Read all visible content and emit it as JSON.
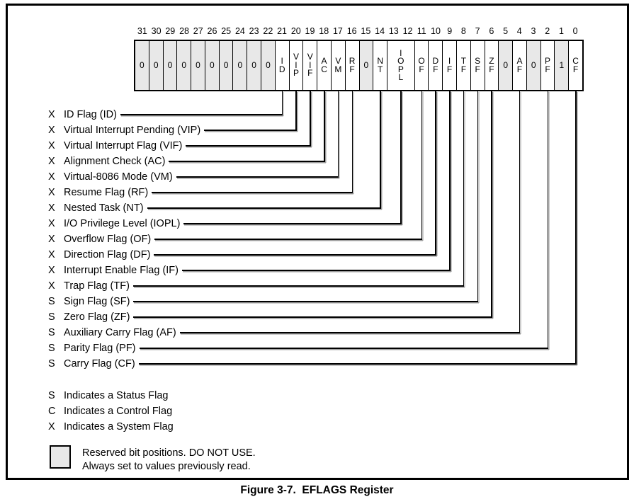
{
  "figure": {
    "caption": "Figure 3-7.  EFLAGS Register"
  },
  "colors": {
    "reserved_fill": "#e8e8e8",
    "line": "#000000",
    "line_shadow": "#9a9a9a"
  },
  "register": {
    "cells": [
      {
        "id": "r31",
        "bits": [
          "31"
        ],
        "display": [
          "0"
        ],
        "reserved": true
      },
      {
        "id": "r30",
        "bits": [
          "30"
        ],
        "display": [
          "0"
        ],
        "reserved": true
      },
      {
        "id": "r29",
        "bits": [
          "29"
        ],
        "display": [
          "0"
        ],
        "reserved": true
      },
      {
        "id": "r28",
        "bits": [
          "28"
        ],
        "display": [
          "0"
        ],
        "reserved": true
      },
      {
        "id": "r27",
        "bits": [
          "27"
        ],
        "display": [
          "0"
        ],
        "reserved": true
      },
      {
        "id": "r26",
        "bits": [
          "26"
        ],
        "display": [
          "0"
        ],
        "reserved": true
      },
      {
        "id": "r25",
        "bits": [
          "25"
        ],
        "display": [
          "0"
        ],
        "reserved": true
      },
      {
        "id": "r24",
        "bits": [
          "24"
        ],
        "display": [
          "0"
        ],
        "reserved": true
      },
      {
        "id": "r23",
        "bits": [
          "23"
        ],
        "display": [
          "0"
        ],
        "reserved": true
      },
      {
        "id": "r22",
        "bits": [
          "22"
        ],
        "display": [
          "0"
        ],
        "reserved": true
      },
      {
        "id": "ID",
        "bits": [
          "21"
        ],
        "display": [
          "I",
          "D"
        ]
      },
      {
        "id": "VIP",
        "bits": [
          "20"
        ],
        "display": [
          "V",
          "I",
          "P"
        ]
      },
      {
        "id": "VIF",
        "bits": [
          "19"
        ],
        "display": [
          "V",
          "I",
          "F"
        ]
      },
      {
        "id": "AC",
        "bits": [
          "18"
        ],
        "display": [
          "A",
          "C"
        ]
      },
      {
        "id": "VM",
        "bits": [
          "17"
        ],
        "display": [
          "V",
          "M"
        ]
      },
      {
        "id": "RF",
        "bits": [
          "16"
        ],
        "display": [
          "R",
          "F"
        ]
      },
      {
        "id": "r15",
        "bits": [
          "15"
        ],
        "display": [
          "0"
        ],
        "reserved": true
      },
      {
        "id": "NT",
        "bits": [
          "14"
        ],
        "display": [
          "N",
          "T"
        ]
      },
      {
        "id": "IOPL",
        "bits": [
          "13",
          "12"
        ],
        "display": [
          "I",
          "O",
          "P",
          "L"
        ],
        "span": 2
      },
      {
        "id": "OF",
        "bits": [
          "11"
        ],
        "display": [
          "O",
          "F"
        ]
      },
      {
        "id": "DF",
        "bits": [
          "10"
        ],
        "display": [
          "D",
          "F"
        ]
      },
      {
        "id": "IF",
        "bits": [
          "9"
        ],
        "display": [
          "I",
          "F"
        ]
      },
      {
        "id": "TF",
        "bits": [
          "8"
        ],
        "display": [
          "T",
          "F"
        ]
      },
      {
        "id": "SF",
        "bits": [
          "7"
        ],
        "display": [
          "S",
          "F"
        ]
      },
      {
        "id": "ZF",
        "bits": [
          "6"
        ],
        "display": [
          "Z",
          "F"
        ]
      },
      {
        "id": "r5",
        "bits": [
          "5"
        ],
        "display": [
          "0"
        ],
        "reserved": true
      },
      {
        "id": "AF",
        "bits": [
          "4"
        ],
        "display": [
          "A",
          "F"
        ]
      },
      {
        "id": "r3",
        "bits": [
          "3"
        ],
        "display": [
          "0"
        ],
        "reserved": true
      },
      {
        "id": "PF",
        "bits": [
          "2"
        ],
        "display": [
          "P",
          "F"
        ]
      },
      {
        "id": "r1",
        "bits": [
          "1"
        ],
        "display": [
          "1"
        ],
        "reserved": true
      },
      {
        "id": "CF",
        "bits": [
          "0"
        ],
        "display": [
          "C",
          "F"
        ]
      }
    ]
  },
  "flags": [
    {
      "type": "X",
      "label": "ID Flag (ID)",
      "cell": "ID"
    },
    {
      "type": "X",
      "label": "Virtual Interrupt Pending (VIP)",
      "cell": "VIP"
    },
    {
      "type": "X",
      "label": "Virtual Interrupt Flag (VIF)",
      "cell": "VIF"
    },
    {
      "type": "X",
      "label": "Alignment Check (AC)",
      "cell": "AC"
    },
    {
      "type": "X",
      "label": "Virtual-8086 Mode (VM)",
      "cell": "VM"
    },
    {
      "type": "X",
      "label": "Resume Flag (RF)",
      "cell": "RF"
    },
    {
      "type": "X",
      "label": "Nested Task (NT)",
      "cell": "NT"
    },
    {
      "type": "X",
      "label": "I/O Privilege Level (IOPL)",
      "cell": "IOPL"
    },
    {
      "type": "X",
      "label": "Overflow Flag (OF)",
      "cell": "OF"
    },
    {
      "type": "X",
      "label": "Direction Flag (DF)",
      "cell": "DF"
    },
    {
      "type": "X",
      "label": "Interrupt Enable Flag (IF)",
      "cell": "IF"
    },
    {
      "type": "X",
      "label": "Trap Flag (TF)",
      "cell": "TF"
    },
    {
      "type": "S",
      "label": "Sign Flag (SF)",
      "cell": "SF"
    },
    {
      "type": "S",
      "label": "Zero Flag (ZF)",
      "cell": "ZF"
    },
    {
      "type": "S",
      "label": "Auxiliary Carry Flag (AF)",
      "cell": "AF"
    },
    {
      "type": "S",
      "label": "Parity Flag (PF)",
      "cell": "PF"
    },
    {
      "type": "S",
      "label": "Carry Flag (CF)",
      "cell": "CF"
    }
  ],
  "legend": [
    {
      "prefix": "S",
      "text": "Indicates a Status Flag"
    },
    {
      "prefix": "C",
      "text": "Indicates a Control Flag"
    },
    {
      "prefix": "X",
      "text": "Indicates a System Flag"
    }
  ],
  "reserved_note": {
    "line1": "Reserved bit positions. DO NOT USE.",
    "line2": "Always set to values previously read."
  }
}
